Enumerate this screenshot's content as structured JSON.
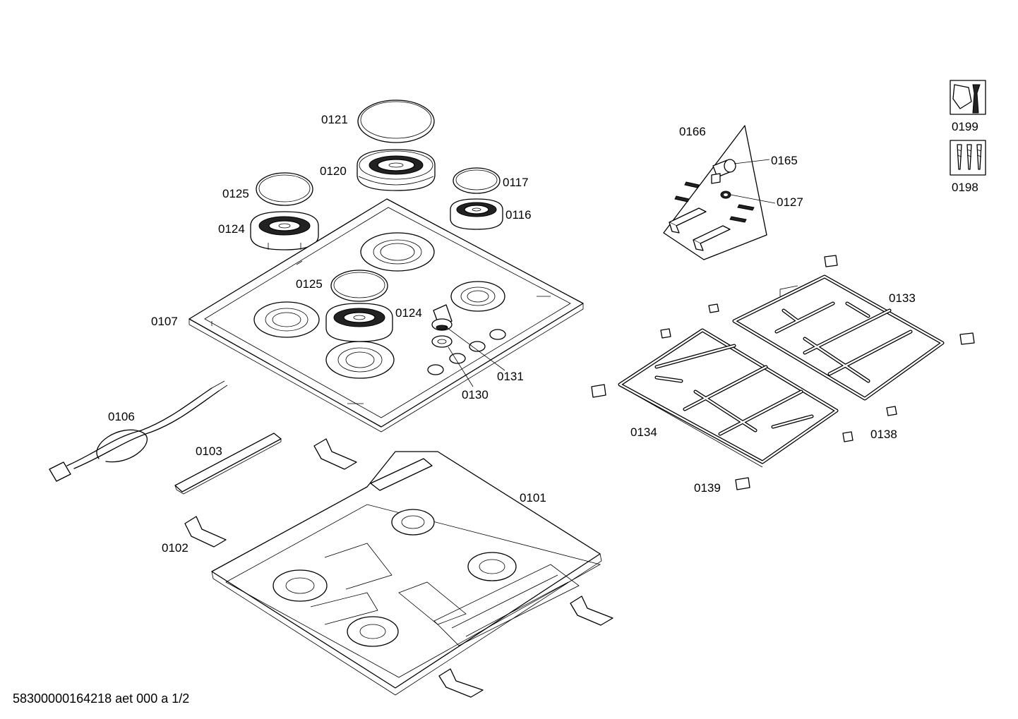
{
  "footer": {
    "code": "58300000164218 aet 000 a 1/2"
  },
  "labels": {
    "p0121": "0121",
    "p0120": "0120",
    "p0117": "0117",
    "p0125a": "0125",
    "p0116": "0116",
    "p0124a": "0124",
    "p0125b": "0125",
    "p0124b": "0124",
    "p0107": "0107",
    "p0131": "0131",
    "p0130": "0130",
    "p0166": "0166",
    "p0165": "0165",
    "p0127": "0127",
    "p0133": "0133",
    "p0134": "0134",
    "p0138": "0138",
    "p0139": "0139",
    "p0106": "0106",
    "p0103": "0103",
    "p0101": "0101",
    "p0102": "0102",
    "p0199": "0199",
    "p0198": "0198"
  }
}
